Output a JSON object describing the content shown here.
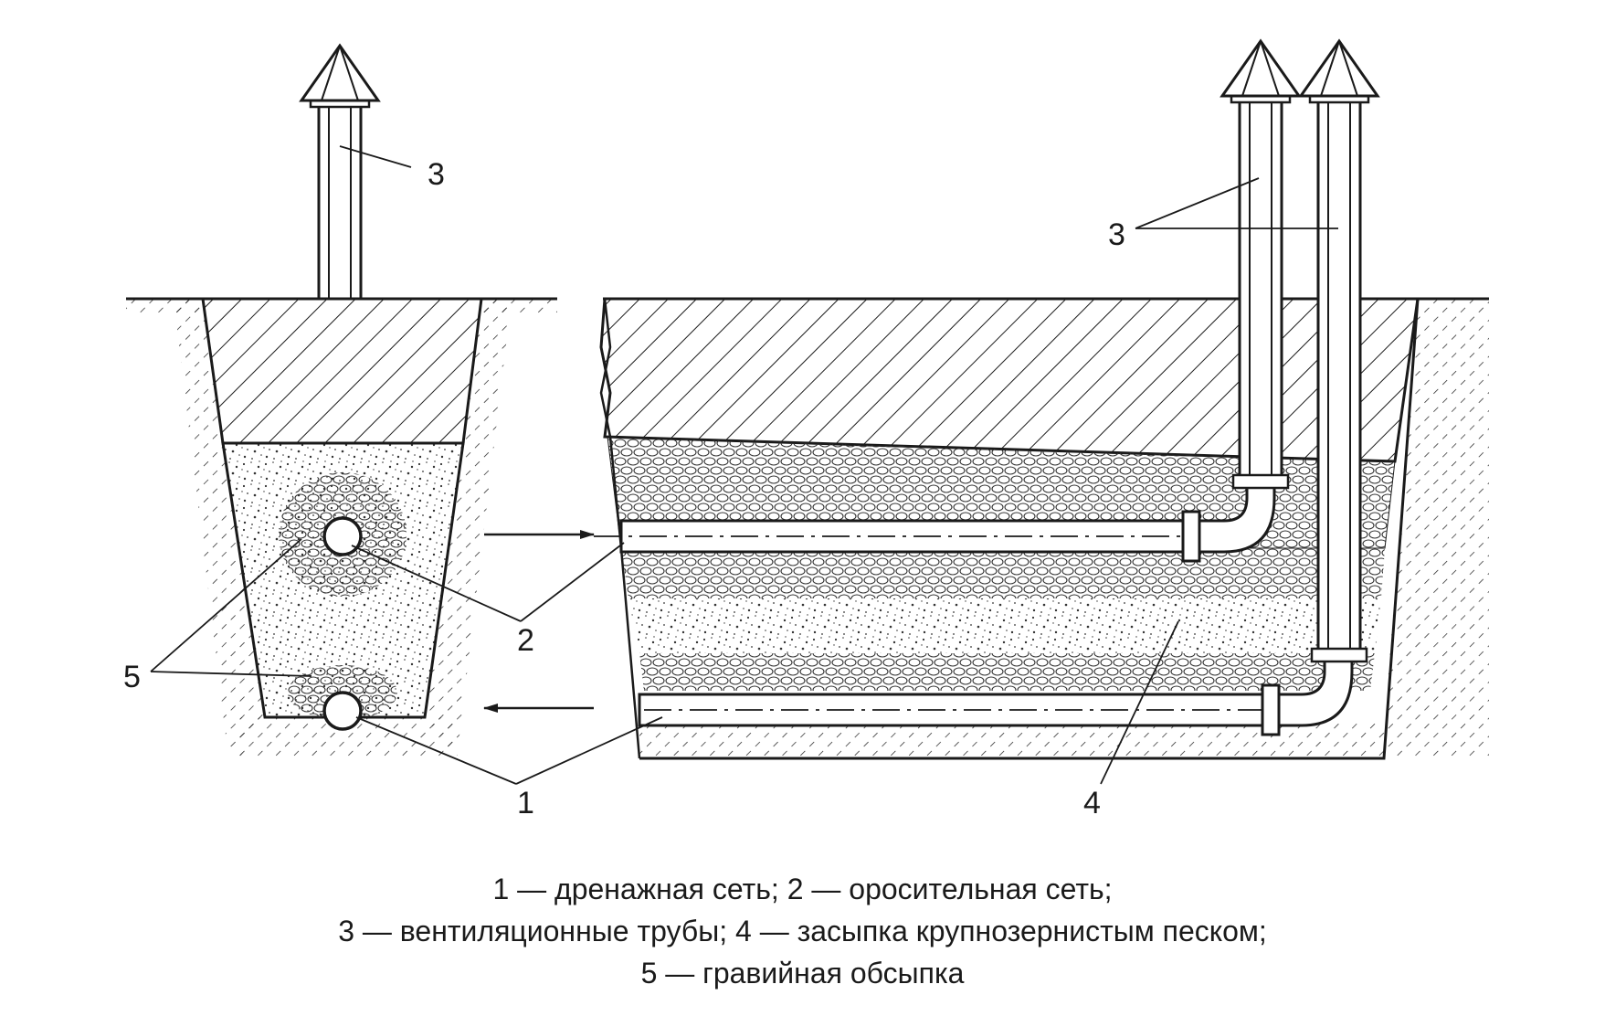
{
  "labels": {
    "vent_left": "3",
    "vent_right": "3",
    "irrigation": "2",
    "gravel": "5",
    "drainage": "1",
    "sand": "4"
  },
  "caption": [
    "1 — дренажная сеть; 2 — оросительная сеть;",
    "3 — вентиляционные трубы; 4 — засыпка крупнозернистым песком;",
    "5 — гравийная обсыпка"
  ],
  "colors": {
    "ink": "#1a1a1a",
    "background": "#ffffff"
  }
}
